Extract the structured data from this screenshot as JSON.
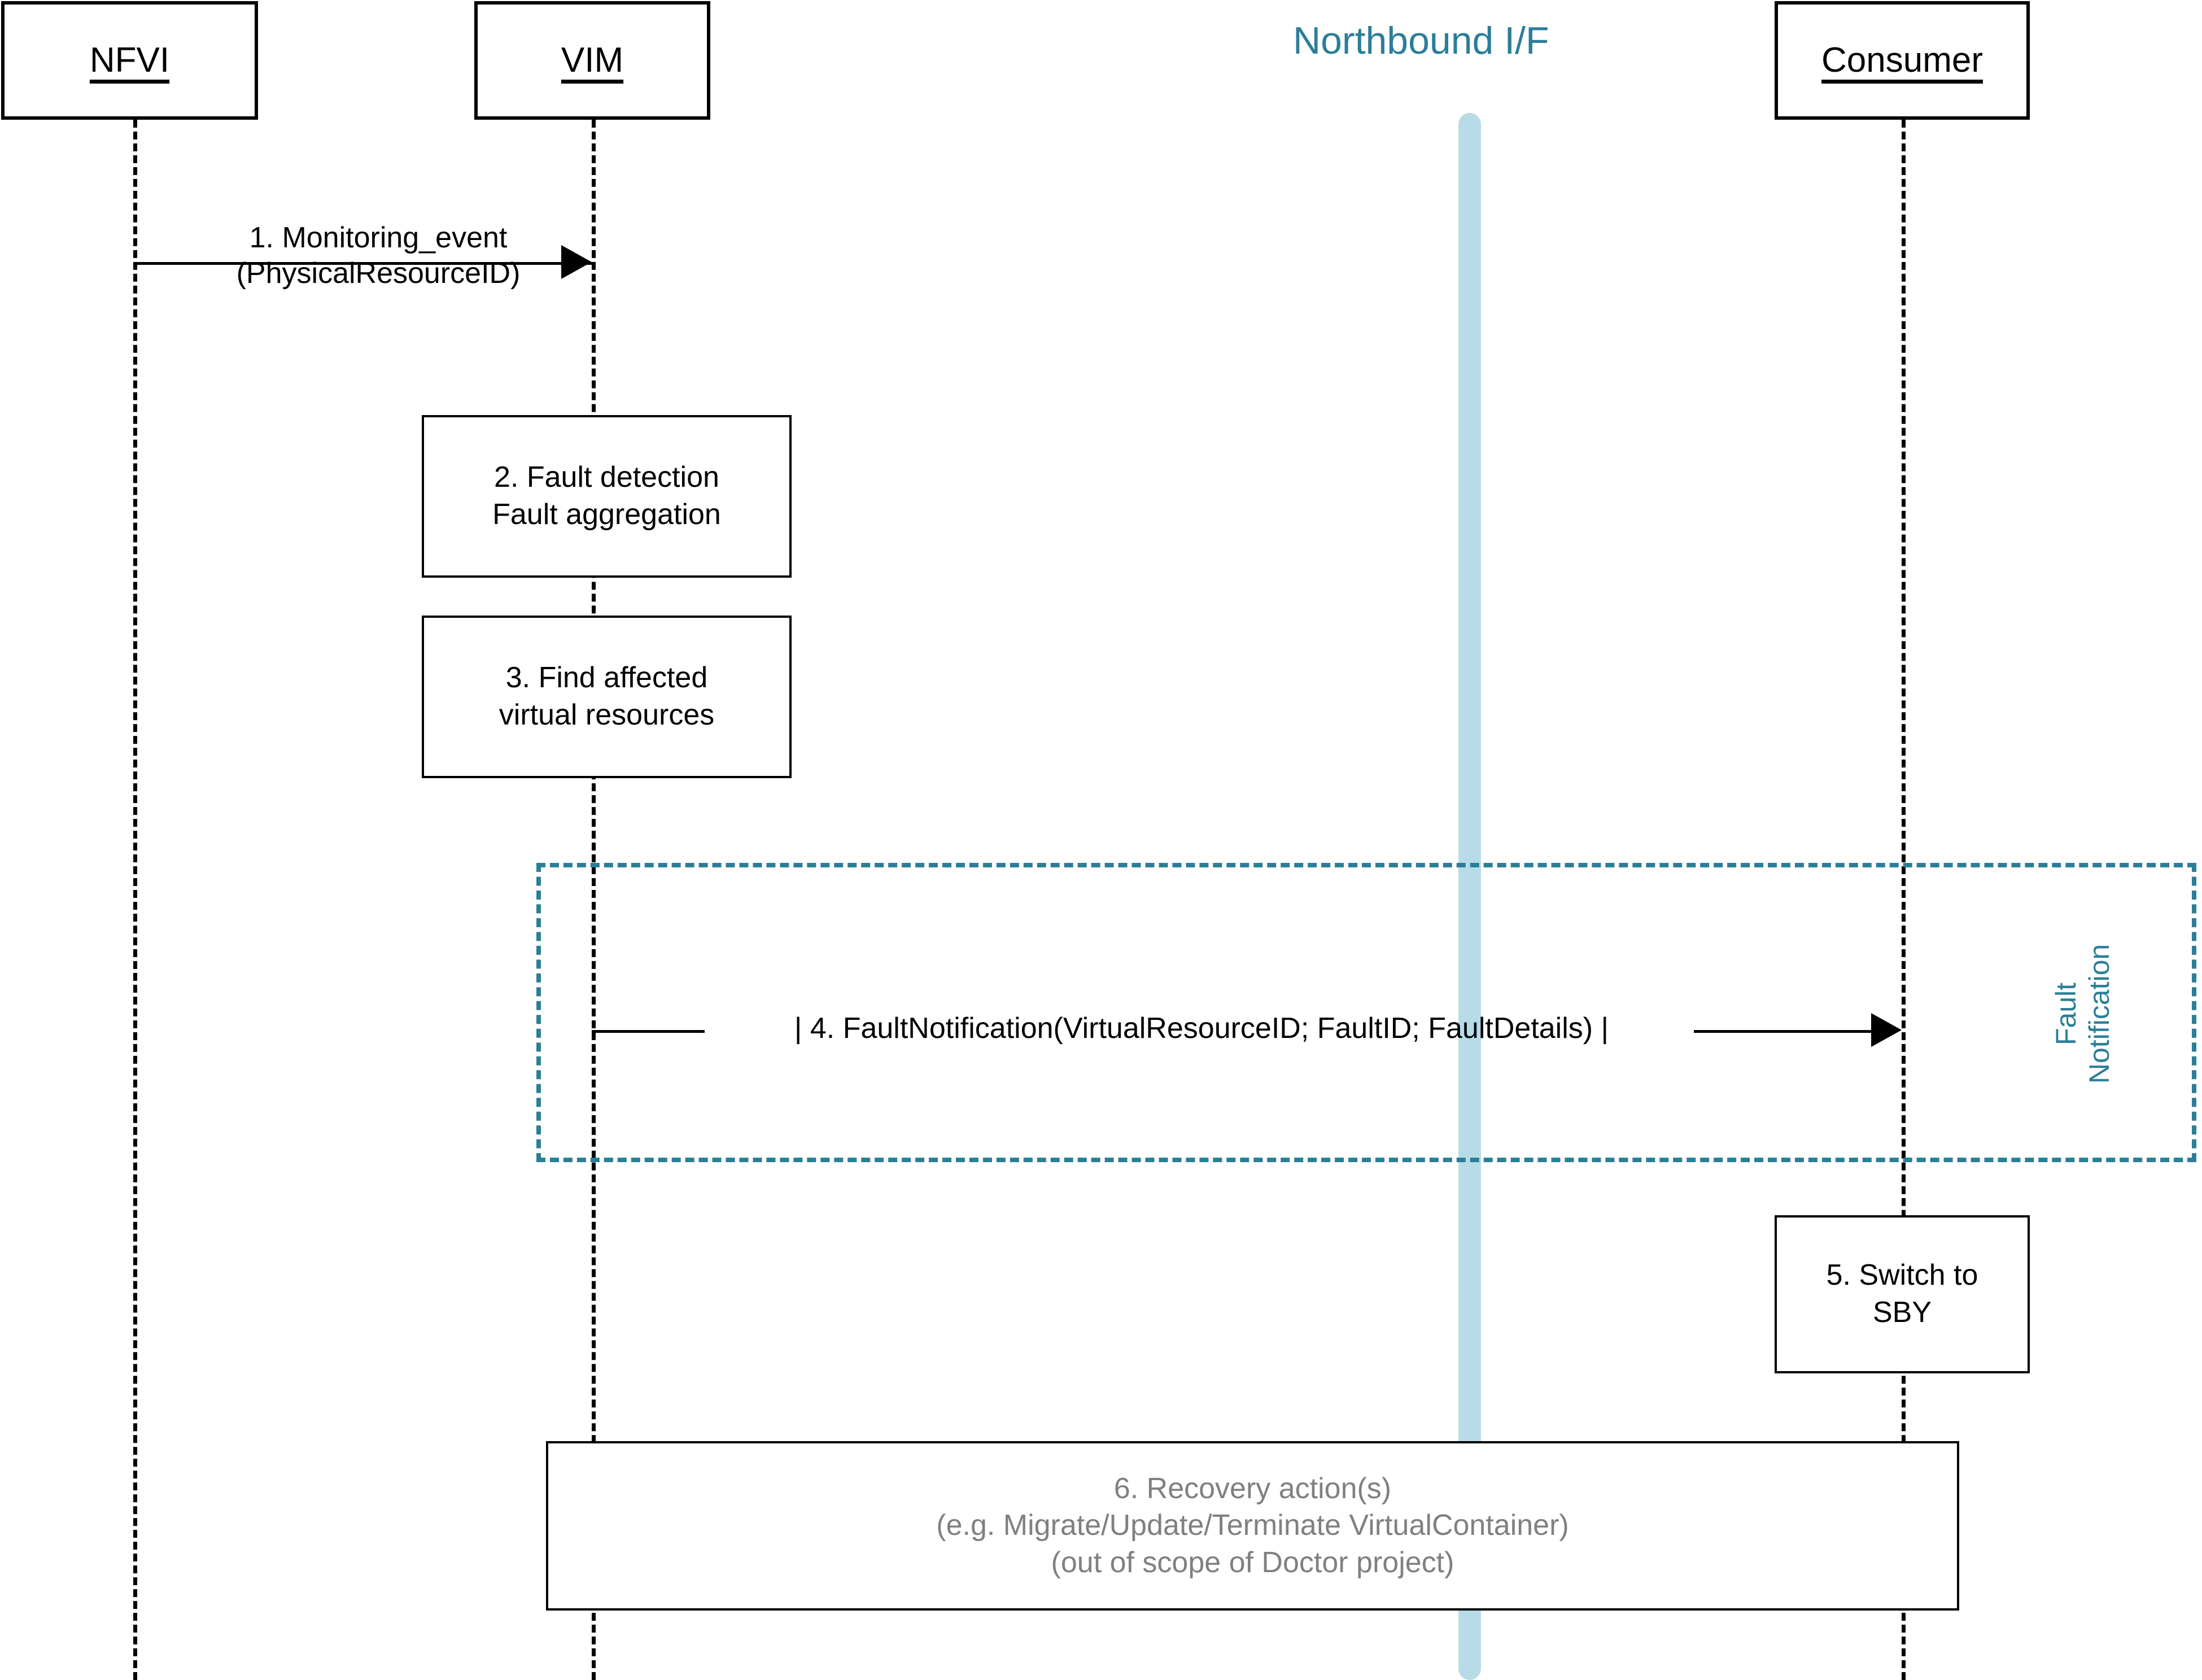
{
  "diagram": {
    "type": "uml-sequence-diagram",
    "title": "Doctor fault management sequence",
    "colors": {
      "accent_teal": "#2b7e98",
      "northbound_bar": "#b7dce8",
      "line_black": "#000000",
      "muted_gray": "#808080",
      "background": "#ffffff"
    }
  },
  "lifelines": [
    {
      "id": "nfvi",
      "label": "NFVI"
    },
    {
      "id": "vim",
      "label": "VIM"
    },
    {
      "id": "northbound",
      "label": "Northbound I/F"
    },
    {
      "id": "consumer",
      "label": "Consumer"
    }
  ],
  "messages": [
    {
      "id": "msg1",
      "number": "1.",
      "from": "nfvi",
      "to": "vim",
      "line1": "1. Monitoring_event",
      "line2": "(PhysicalResourceID)"
    },
    {
      "id": "msg4",
      "number": "4.",
      "from": "vim",
      "to": "consumer",
      "line1": "| 4. FaultNotification(VirtualResourceID; FaultID; FaultDetails) |"
    }
  ],
  "activities": [
    {
      "id": "act2",
      "on": "vim",
      "lines": [
        "2. Fault detection",
        "Fault aggregation"
      ]
    },
    {
      "id": "act3",
      "on": "vim",
      "lines": [
        "3. Find affected",
        "virtual resources"
      ]
    },
    {
      "id": "act5",
      "on": "consumer",
      "lines": [
        "5. Switch to",
        "SBY"
      ]
    },
    {
      "id": "act6",
      "on": "vim-consumer-span",
      "muted": true,
      "lines": [
        "6. Recovery action(s)",
        "(e.g. Migrate/Update/Terminate VirtualContainer)",
        "(out of scope of Doctor project)"
      ]
    }
  ],
  "fragments": [
    {
      "id": "frag-fault-notification",
      "label_line1": "Fault",
      "label_line2": "Notification"
    }
  ]
}
